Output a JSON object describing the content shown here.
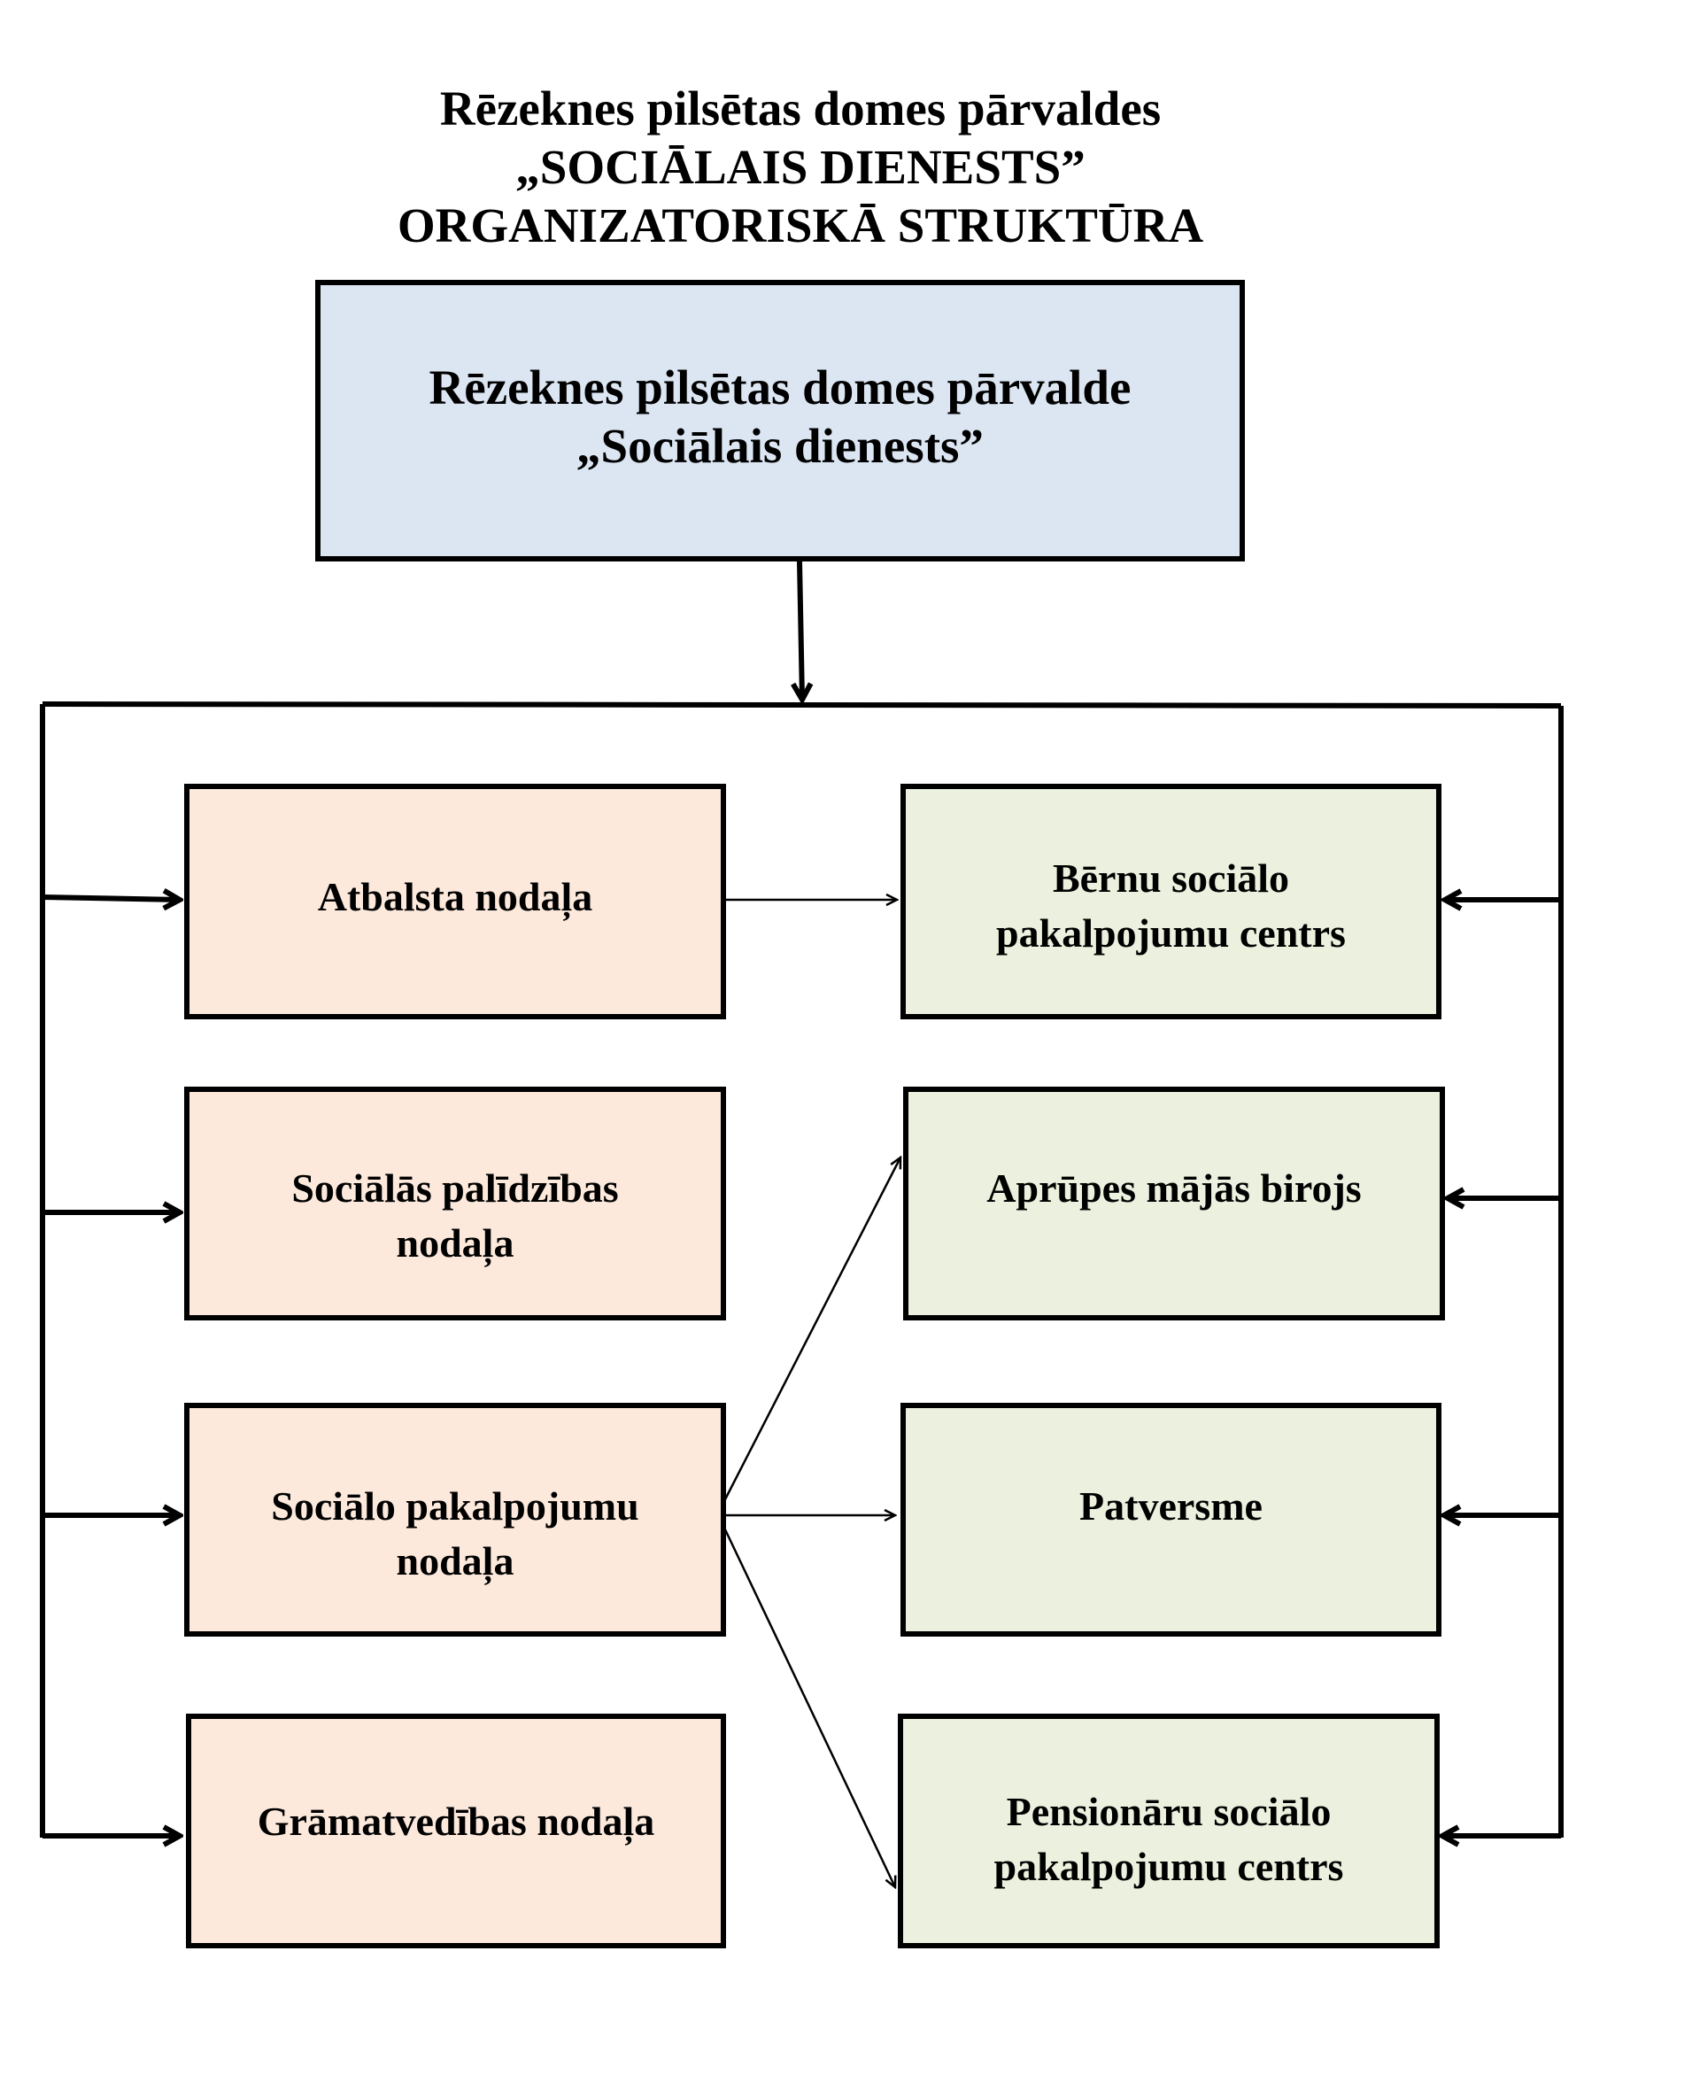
{
  "title": {
    "line1": "Rēzeknes pilsētas domes pārvaldes",
    "line2": "„SOCIĀLAIS DIENESTS”",
    "line3": "ORGANIZATORISKĀ STRUKTŪRA"
  },
  "main_box": {
    "line1": "Rēzeknes pilsētas domes pārvalde",
    "line2": "„Sociālais dienests”"
  },
  "left_units": [
    {
      "line1": "Atbalsta nodaļa",
      "line2": ""
    },
    {
      "line1": "Sociālās palīdzības",
      "line2": "nodaļa"
    },
    {
      "line1": "Sociālo pakalpojumu",
      "line2": "nodaļa"
    },
    {
      "line1": "Grāmatvedības nodaļa",
      "line2": ""
    }
  ],
  "right_units": [
    {
      "line1": "Bērnu sociālo",
      "line2": "pakalpojumu centrs"
    },
    {
      "line1": "Aprūpes mājās birojs",
      "line2": ""
    },
    {
      "line1": "Patversme",
      "line2": ""
    },
    {
      "line1": "Pensionāru sociālo",
      "line2": "pakalpojumu centrs"
    }
  ],
  "colors": {
    "main_fill": "#dce6f2",
    "left_fill": "#fce9dc",
    "right_fill": "#ebf1de",
    "border": "#000000"
  }
}
